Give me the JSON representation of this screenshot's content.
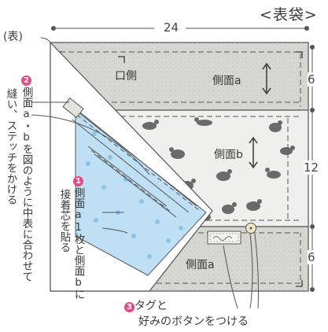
{
  "title": "<表袋>",
  "outer_label": "(表)",
  "dimensions": {
    "width": "24",
    "heights": [
      "6",
      "12",
      "6"
    ]
  },
  "panels": {
    "top_label": "口側",
    "side_a_top": "側面a",
    "side_b": "側面b",
    "side_a_bottom": "側面a"
  },
  "steps": [
    {
      "marker": "1",
      "text_lines": [
        "側面a1枚と側面bに",
        "接着芯を貼る"
      ]
    },
    {
      "marker": "2",
      "text_lines": [
        "側面a・bを図のように中表に合わせて",
        "縫い、ステッチをかける"
      ]
    },
    {
      "marker": "3",
      "text_lines": [
        "タグと",
        "好みのボタンをつける"
      ]
    }
  ],
  "colors": {
    "accent": "#e04a86",
    "fabric_gray": "#d8d8d4",
    "fabric_light": "#ececec",
    "interfacing": "#bfe0f4",
    "ink": "#3a3a3a"
  }
}
